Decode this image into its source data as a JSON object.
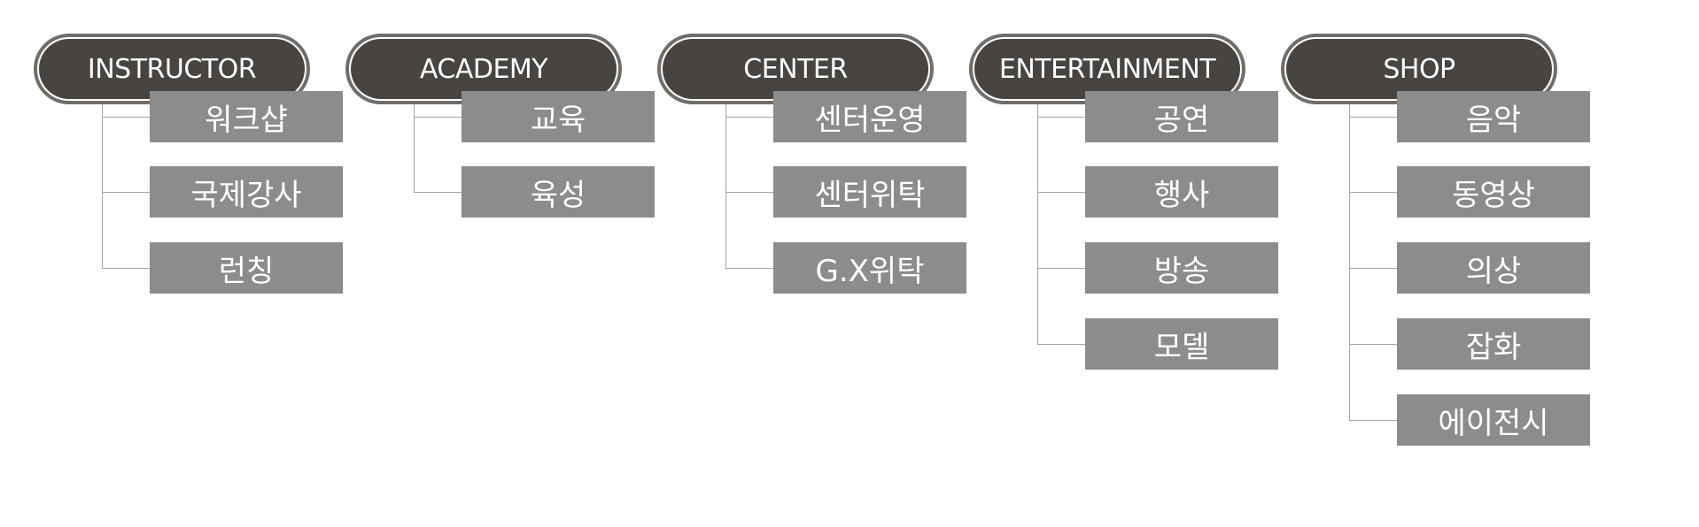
{
  "categories": [
    {
      "title": "INSTRUCTOR",
      "items": [
        "워크샵",
        "국제강사",
        "런칭"
      ]
    },
    {
      "title": "ACADEMY",
      "items": [
        "교육",
        "육성"
      ]
    },
    {
      "title": "CENTER",
      "items": [
        "센터운영",
        "센터위탁",
        "G.X위탁"
      ]
    },
    {
      "title": "ENTERTAINMENT",
      "items": [
        "공연",
        "행사",
        "방송",
        "모델"
      ]
    },
    {
      "title": "SHOP",
      "items": [
        "음악",
        "동영상",
        "의상",
        "잡화",
        "에이전시"
      ]
    }
  ],
  "colors": {
    "header_fill": "#474441",
    "header_border": "#6f6c69",
    "item_fill": "#8c8c8c",
    "connector": "#a6a6a6",
    "text": "#ffffff"
  }
}
